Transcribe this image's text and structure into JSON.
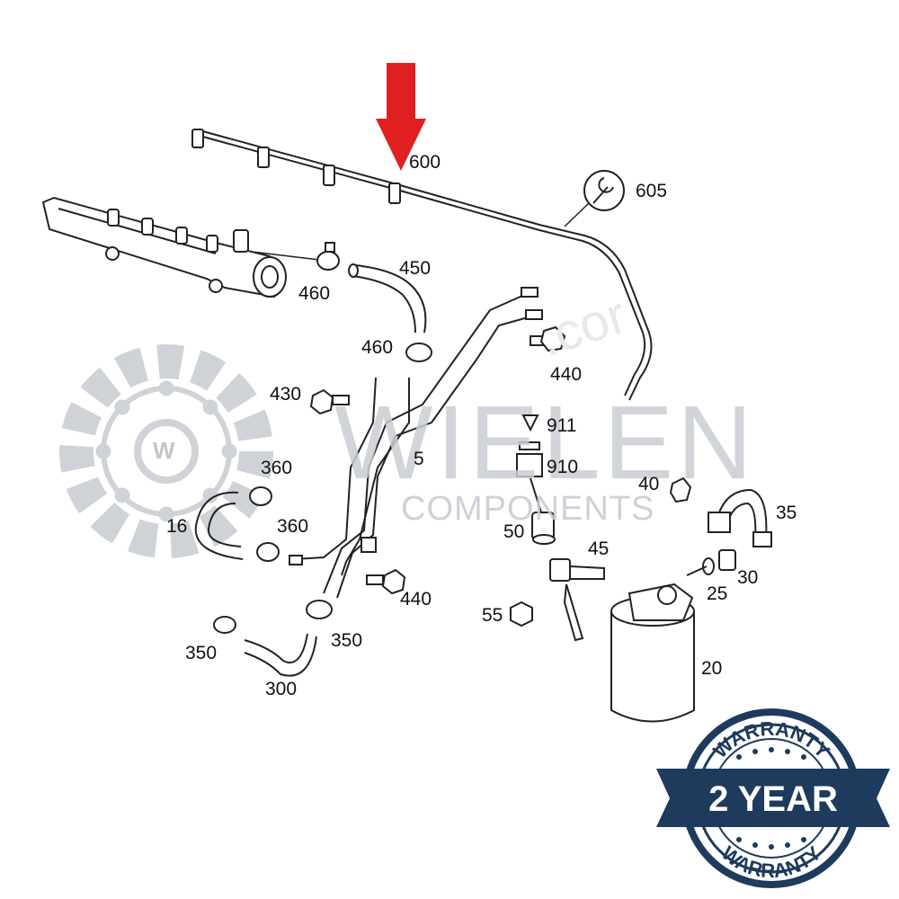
{
  "watermark": {
    "brand": "WIELEN",
    "sub": "COMPONENTS",
    "gear_letter": "W",
    "url_fragment": ".cor",
    "color": "#c9cdd2"
  },
  "badge": {
    "top_text": "WARRANTY",
    "center_text": "2 YEAR",
    "bottom_text": "WARRANTY",
    "color": "#1e3a5c"
  },
  "arrow_color": "#e02020",
  "callouts": {
    "c600": "600",
    "c605": "605",
    "c460a": "460",
    "c450": "450",
    "c460b": "460",
    "c440a": "440",
    "c430": "430",
    "c911": "911",
    "c910": "910",
    "c5": "5",
    "c360a": "360",
    "c360b": "360",
    "c16": "16",
    "c40": "40",
    "c35": "35",
    "c50": "50",
    "c45": "45",
    "c30": "30",
    "c25": "25",
    "c440b": "440",
    "c55": "55",
    "c350a": "350",
    "c350b": "350",
    "c300": "300",
    "c20": "20"
  }
}
